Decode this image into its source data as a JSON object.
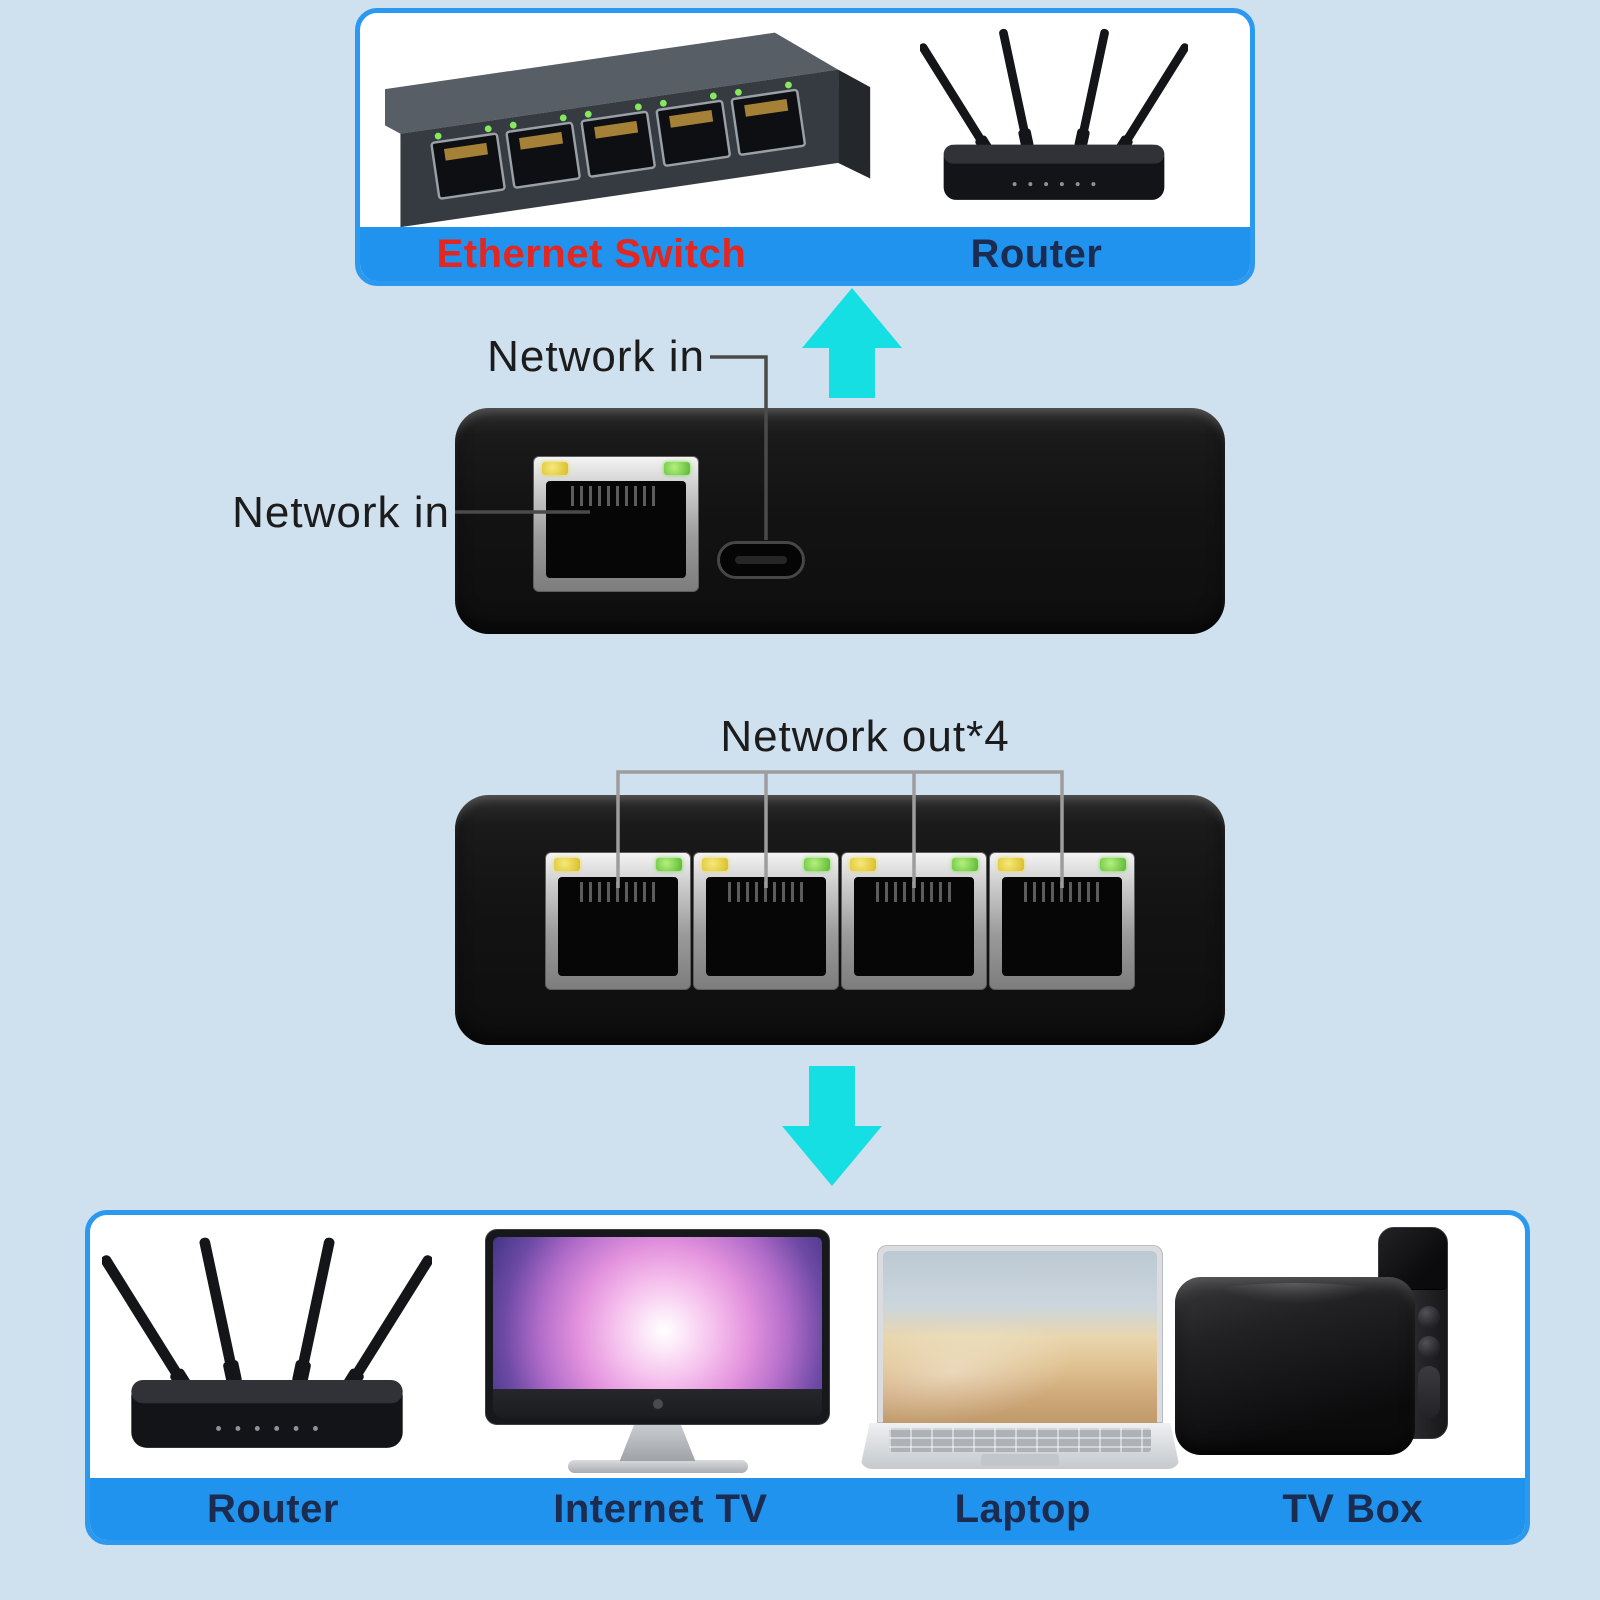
{
  "page": {
    "background": "#cfe0ef"
  },
  "palette": {
    "bar_blue": "#1f93ee",
    "card_border_blue": "#2b99f0",
    "arrow_cyan": "#15dfe2",
    "caption_red": "#e3261f",
    "caption_navy": "#1c2b50",
    "led_yellow": "#e6cf3a",
    "led_green": "#6ecb44"
  },
  "top_card": {
    "captions": [
      {
        "label": "Ethernet Switch"
      },
      {
        "label": "Router"
      }
    ]
  },
  "splitter": {
    "network_in_top": "Network in",
    "network_in_left": "Network in",
    "network_out": "Network out*4",
    "output_port_count": 4
  },
  "bottom_card": {
    "captions": [
      {
        "label": "Router"
      },
      {
        "label": "Internet TV"
      },
      {
        "label": "Laptop"
      },
      {
        "label": "TV Box"
      }
    ]
  }
}
